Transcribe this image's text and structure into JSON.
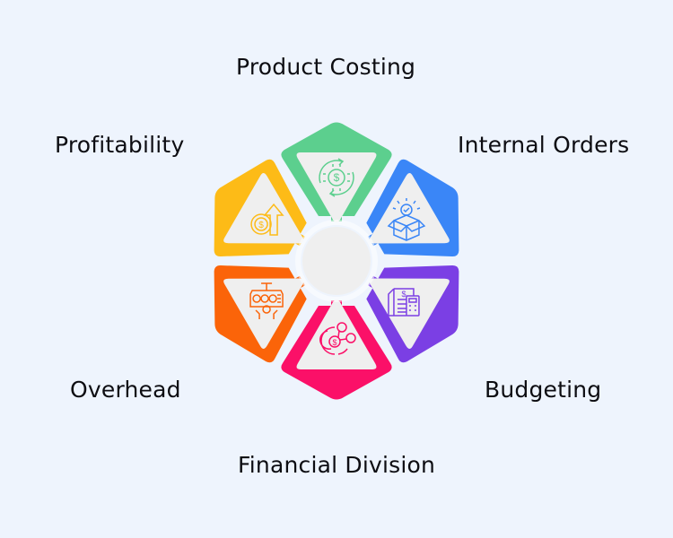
{
  "diagram": {
    "background": "#eef4fd",
    "center": {
      "fill": "#efefef"
    },
    "segments": [
      {
        "id": "product-costing",
        "label": "Product Costing",
        "color": "#5ccf8e",
        "icon": "gear-dollar-cycle-icon"
      },
      {
        "id": "internal-orders",
        "label": "Internal Orders",
        "color": "#3a86f7",
        "icon": "box-checkmark-icon"
      },
      {
        "id": "budgeting",
        "label": "Budgeting",
        "color": "#7b3fe4",
        "icon": "invoice-calculator-icon"
      },
      {
        "id": "financial-division",
        "label": "Financial Division",
        "color": "#fb1068",
        "icon": "pie-chart-users-icon"
      },
      {
        "id": "overhead",
        "label": "Overhead",
        "color": "#fb6409",
        "icon": "money-machine-icon"
      },
      {
        "id": "profitability",
        "label": "Profitability",
        "color": "#fdbb17",
        "icon": "coin-arrow-up-icon"
      }
    ]
  },
  "labels": {
    "product_costing": "Product Costing",
    "internal_orders": "Internal Orders",
    "budgeting": "Budgeting",
    "financial_division": "Financial Division",
    "overhead": "Overhead",
    "profitability": "Profitability"
  }
}
